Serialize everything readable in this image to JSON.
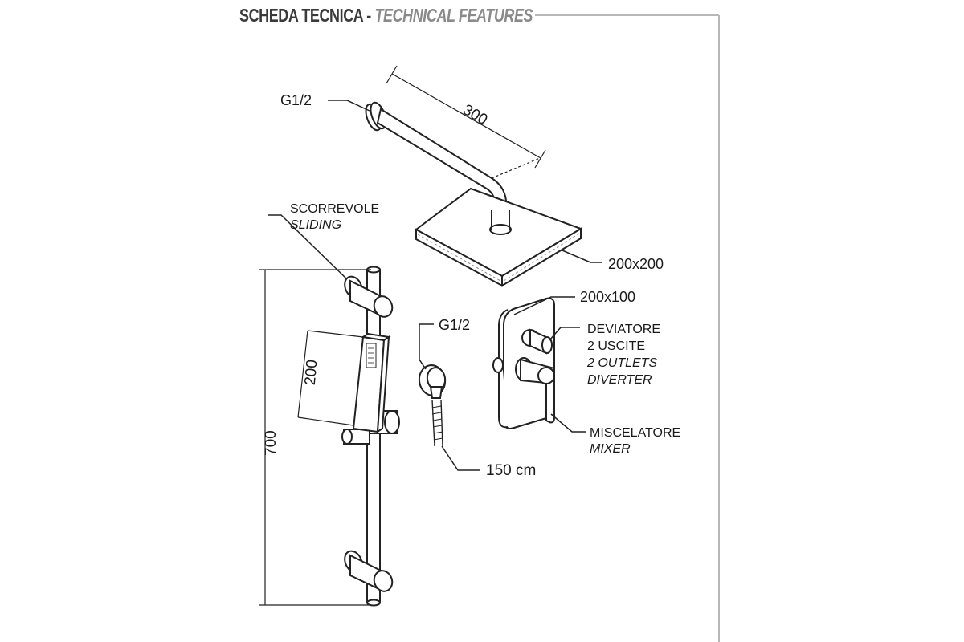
{
  "header": {
    "title_main": "SCHEDA TECNICA",
    "separator": "-",
    "title_en": "TECHNICAL FEATURES"
  },
  "labels": {
    "arm_connection": "G1/2",
    "arm_length": "300",
    "head_size": "200x200",
    "slider_it": "SCORREVOLE",
    "slider_en": "SLIDING",
    "bar_height": "700",
    "handshower_length": "200",
    "outlet_connection": "G1/2",
    "hose_length": "150 cm",
    "plate_size": "200x100",
    "diverter_it": "DEVIATORE",
    "diverter_it2": "2 USCITE",
    "diverter_en": "2 OUTLETS",
    "diverter_en2": "DIVERTER",
    "mixer_it": "MISCELATORE",
    "mixer_en": "MIXER"
  }
}
